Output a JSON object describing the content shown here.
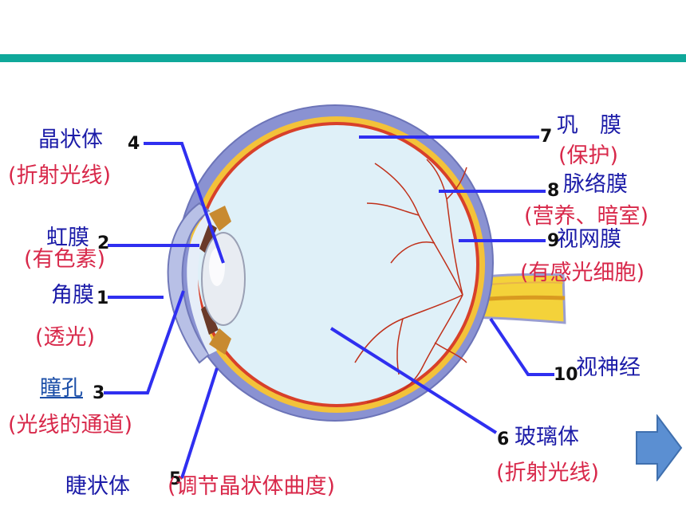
{
  "colors": {
    "accent_bar": "#0fa89a",
    "leader_line": "#2f2ff0",
    "name_text": "#1c1ca8",
    "function_text": "#d8284a",
    "arrow": "#5b8fd2"
  },
  "labels": {
    "p4": {
      "number": "4",
      "name": "晶状体",
      "function": "(折射光线)"
    },
    "p2": {
      "number": "2",
      "name": "虹膜",
      "function": "(有色素)"
    },
    "p1": {
      "number": "1",
      "name": "角膜",
      "function": "(透光)"
    },
    "p3": {
      "number": "3",
      "name": "瞳孔",
      "function": "(光线的通道)"
    },
    "p5": {
      "number": "5",
      "name": "睫状体",
      "function": "(调节晶状体曲度)"
    },
    "p7": {
      "number": "7",
      "name": "巩　膜",
      "function": "(保护)"
    },
    "p8": {
      "number": "8",
      "name": "脉络膜",
      "function": "(营养、暗室)"
    },
    "p9": {
      "number": "9",
      "name": "视网膜",
      "function": "(有感光细胞)"
    },
    "p10": {
      "number": "10",
      "name": "视神经"
    },
    "p6": {
      "number": "6",
      "name": "玻璃体",
      "function": "(折射光线)"
    }
  },
  "icons": {
    "next": "right-arrow-icon"
  }
}
